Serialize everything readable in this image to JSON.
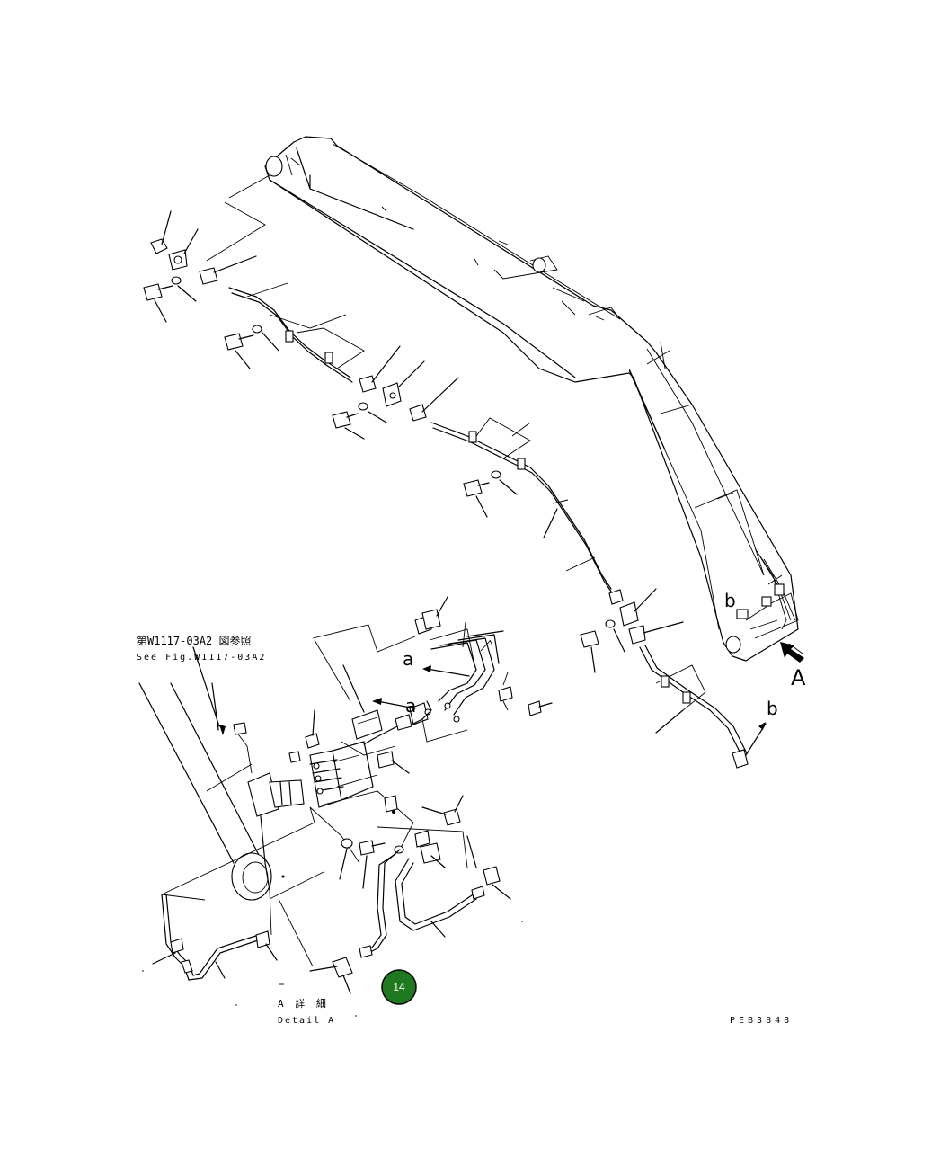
{
  "annotations": {
    "ref_jp": "第W1117-03A2 図参照",
    "ref_en": "See Fig.W1117-03A2",
    "detail_jp": "A 詳 細",
    "detail_en": "Detail A",
    "drawing_code": "PEB3848",
    "view_label_A": "A",
    "label_b_top": "b",
    "label_b_lower": "b",
    "label_a_1": "a",
    "label_a_2": "a"
  },
  "callout": {
    "number": "14",
    "color": "#1f7a1f"
  }
}
